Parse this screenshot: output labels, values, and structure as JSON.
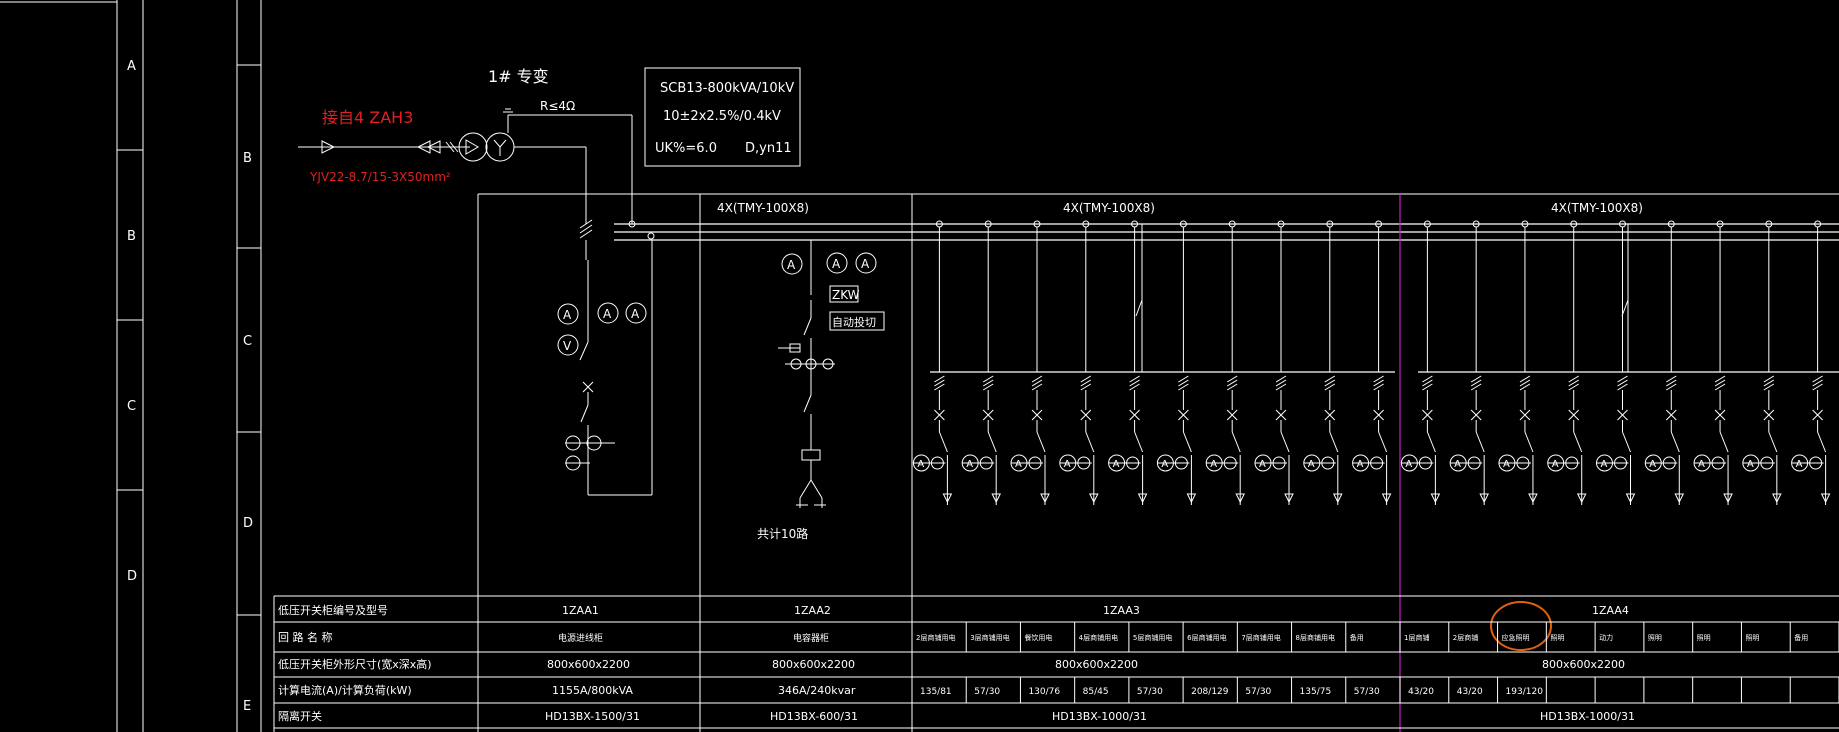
{
  "frame": {
    "zone_left_letters": [
      "A",
      "B",
      "C",
      "D"
    ],
    "zone_right_letters": [
      "B",
      "C",
      "D",
      "E"
    ]
  },
  "transformer": {
    "title": "1# 专变",
    "source_label": "接自4 ZAH3",
    "cable_label": "YJV22-8.7/15-3X50mm²",
    "grounding": "R≤4Ω",
    "spec_line1": "SCB13-800kVA/10kV",
    "spec_line2": "10±2x2.5%/0.4kV",
    "spec_uk": "UK%=6.0",
    "spec_group": "D,yn11"
  },
  "busbars": {
    "label_1": "4X(TMY-100X8)",
    "label_2": "4X(TMY-100X8)",
    "label_3": "4X(TMY-100X8)"
  },
  "capacitor_panel": {
    "meter_a": "A",
    "meter_v": "V",
    "kw_label": "ZKW",
    "auto_label": "自动投切",
    "total_label": "共计10路"
  },
  "table": {
    "row_headers": [
      "低压开关柜编号及型号",
      "回 路 名 称",
      "低压开关柜外形尺寸(宽x深x高)",
      "计算电流(A)/计算负荷(kW)",
      "隔离开关"
    ],
    "cabinets": [
      {
        "id": "1ZAA1",
        "name": "电源进线柜",
        "size": "800x600x2200",
        "load": "1155A/800kVA",
        "switch": "HD13BX-1500/31"
      },
      {
        "id": "1ZAA2",
        "name": "电容器柜",
        "size": "800x600x2200",
        "load": "346A/240kvar",
        "switch": "HD13BX-600/31"
      },
      {
        "id": "1ZAA3",
        "name": "",
        "size": "800x600x2200",
        "load": "",
        "switch": "HD13BX-1000/31"
      },
      {
        "id": "1ZAA4",
        "name": "",
        "size": "800x600x2200",
        "load": "",
        "switch": "HD13BX-1000/31"
      }
    ],
    "zaa3_circuits": [
      "2层商铺用电",
      "3层商铺用电",
      "餐饮用电",
      "4层商铺用电",
      "5层商铺用电",
      "6层商铺用电",
      "7层商铺用电",
      "8层商铺用电",
      "备用"
    ],
    "zaa3_loads": [
      "135/81",
      "57/30",
      "130/76",
      "85/45",
      "57/30",
      "208/129",
      "57/30",
      "135/75",
      "57/30"
    ],
    "zaa4_circuits": [
      "1层商铺",
      "2层商铺",
      "应急照明",
      "照明",
      "动力",
      "照明",
      "照明",
      "照明",
      "备用"
    ],
    "zaa4_loads": [
      "43/20",
      "43/20",
      "193/120",
      "",
      "",
      "",
      "",
      "",
      ""
    ]
  }
}
